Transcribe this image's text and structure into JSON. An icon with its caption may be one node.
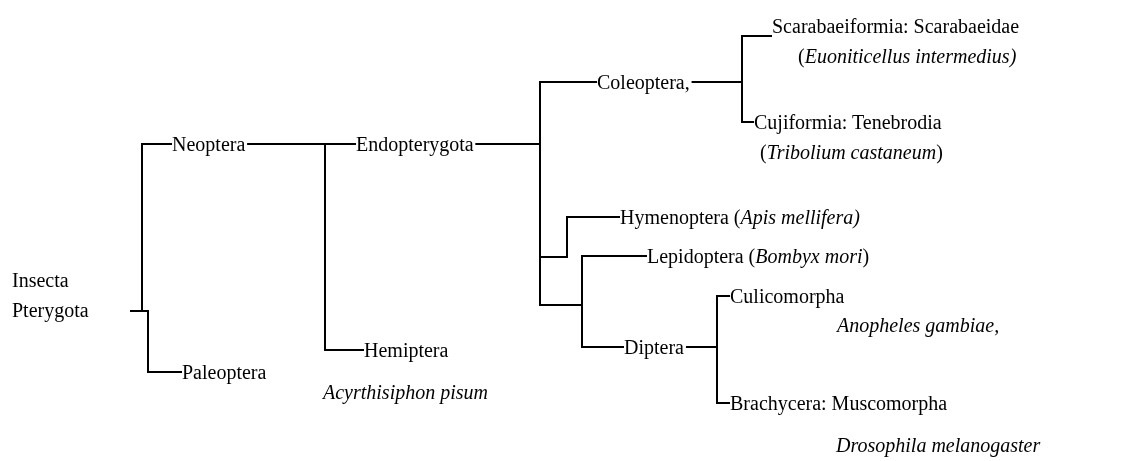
{
  "diagram": {
    "nodes": [
      {
        "text": [
          "Insecta Pterygota"
        ]
      },
      {
        "text": [
          "Neoptera"
        ]
      },
      {
        "text": [
          "Paleoptera"
        ]
      },
      {
        "text": [
          "Endopterygota"
        ]
      },
      {
        "text": [
          "Hemiptera"
        ],
        "beside": [
          "Acyrthisiphon pisum"
        ]
      },
      {
        "text": [
          "Coleoptera,"
        ]
      },
      {
        "text": [
          "Scarabaeiformia: Scarabaeidae",
          "(*Euoniticellus intermedius)*"
        ]
      },
      {
        "text": [
          "Cujiformia: Tenebrodia",
          "(*Tribolium castaneum*)"
        ]
      },
      {
        "text": [
          "Hymenoptera (*Apis mellifera)*"
        ]
      },
      {
        "text": [
          "Lepidoptera (*Bombyx mori*)"
        ]
      },
      {
        "text": [
          "Diptera"
        ]
      },
      {
        "text": [
          "Culicomorpha"
        ],
        "beside": [
          "Anopheles gambiae,"
        ]
      },
      {
        "text": [
          "Brachycera: Muscomorpha"
        ],
        "beside": [
          "Drosophila melanogaster"
        ]
      }
    ],
    "edges": [
      {
        "from": 0,
        "to": 1,
        "arrow": "none"
      },
      {
        "from": 0,
        "to": 2,
        "arrow": "none"
      },
      {
        "from": 1,
        "to": 3,
        "arrow": "none"
      },
      {
        "from": 1,
        "to": 4,
        "arrow": "none"
      },
      {
        "from": 3,
        "to": 5,
        "arrow": "none"
      },
      {
        "from": 3,
        "to": 8,
        "arrow": "none"
      },
      {
        "from": 3,
        "to": 9,
        "arrow": "none"
      },
      {
        "from": 3,
        "to": 10,
        "arrow": "none"
      },
      {
        "from": 5,
        "to": 6,
        "arrow": "none"
      },
      {
        "from": 5,
        "to": 7,
        "arrow": "none"
      },
      {
        "from": 10,
        "to": 11,
        "arrow": "none"
      },
      {
        "from": 10,
        "to": 12,
        "arrow": "none"
      }
    ]
  }
}
